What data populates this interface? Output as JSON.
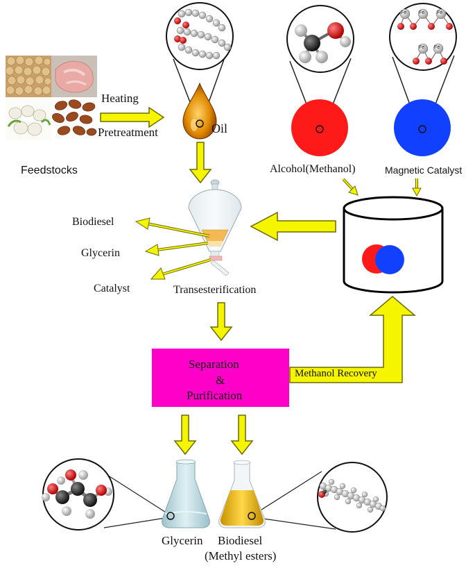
{
  "labels": {
    "heating": "Heating",
    "pretreatment": "Pretreatment",
    "oil": "Oil",
    "feedstocks": "Feedstocks",
    "alcohol": "Alcohol(Methanol)",
    "magnetic_catalyst": "Magnetic Catalyst",
    "biodiesel_out": "Biodiesel",
    "glycerin_out": "Glycerin",
    "catalyst_out": "Catalyst",
    "transesterification": "Transesterification",
    "separation_line1": "Separation",
    "separation_line2": "&",
    "separation_line3": "Purification",
    "methanol_recovery": "Methanol Recovery",
    "glycerin_product": "Glycerin",
    "biodiesel_product_line1": "Biodiesel",
    "biodiesel_product_line2": "(Methyl esters)"
  },
  "catalyst_atoms": {
    "fe": "Fe",
    "o": "O"
  },
  "colors": {
    "arrow_fill": "#f5f500",
    "arrow_stroke": "#6b6b00",
    "separation_box": "#ff00c8",
    "methanol_red": "#ff1a1a",
    "catalyst_blue": "#1240ff",
    "oil_amber": "#e08a00",
    "biodiesel_yellow": "#e8b400",
    "glycerin_blue": "#bfdde3"
  }
}
